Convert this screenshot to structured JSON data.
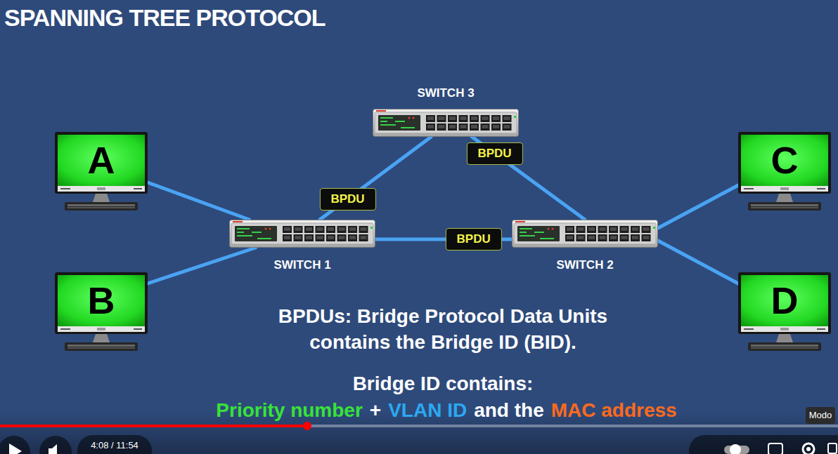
{
  "diagram": {
    "title": "SPANNING TREE PROTOCOL",
    "nodes": [
      {
        "text": [
          "SWITCH 3"
        ]
      },
      {
        "text": [
          "A"
        ]
      },
      {
        "text": [
          "C"
        ]
      },
      {
        "text": [
          "SWITCH 1"
        ]
      },
      {
        "text": [
          "SWITCH 2"
        ]
      },
      {
        "text": [
          "B"
        ]
      },
      {
        "text": [
          "D"
        ]
      }
    ],
    "edges": [
      {
        "from": 1,
        "to": 3,
        "arrow": "none"
      },
      {
        "from": 5,
        "to": 3,
        "arrow": "none"
      },
      {
        "from": 3,
        "to": 0,
        "label": "BPDU",
        "arrow": "none"
      },
      {
        "from": 0,
        "to": 4,
        "label": "BPDU",
        "arrow": "none"
      },
      {
        "from": 3,
        "to": 4,
        "label": "BPDU",
        "arrow": "none"
      },
      {
        "from": 4,
        "to": 2,
        "arrow": "none"
      },
      {
        "from": 4,
        "to": 6,
        "arrow": "none"
      }
    ],
    "labels": [
      "BPDUs: Bridge Protocol Data Units contains the Bridge ID (BID).",
      "Bridge ID contains:",
      "Priority number",
      "+",
      "VLAN ID",
      "and the",
      "MAC address",
      "4:08 / 11:54",
      "Modo"
    ]
  }
}
